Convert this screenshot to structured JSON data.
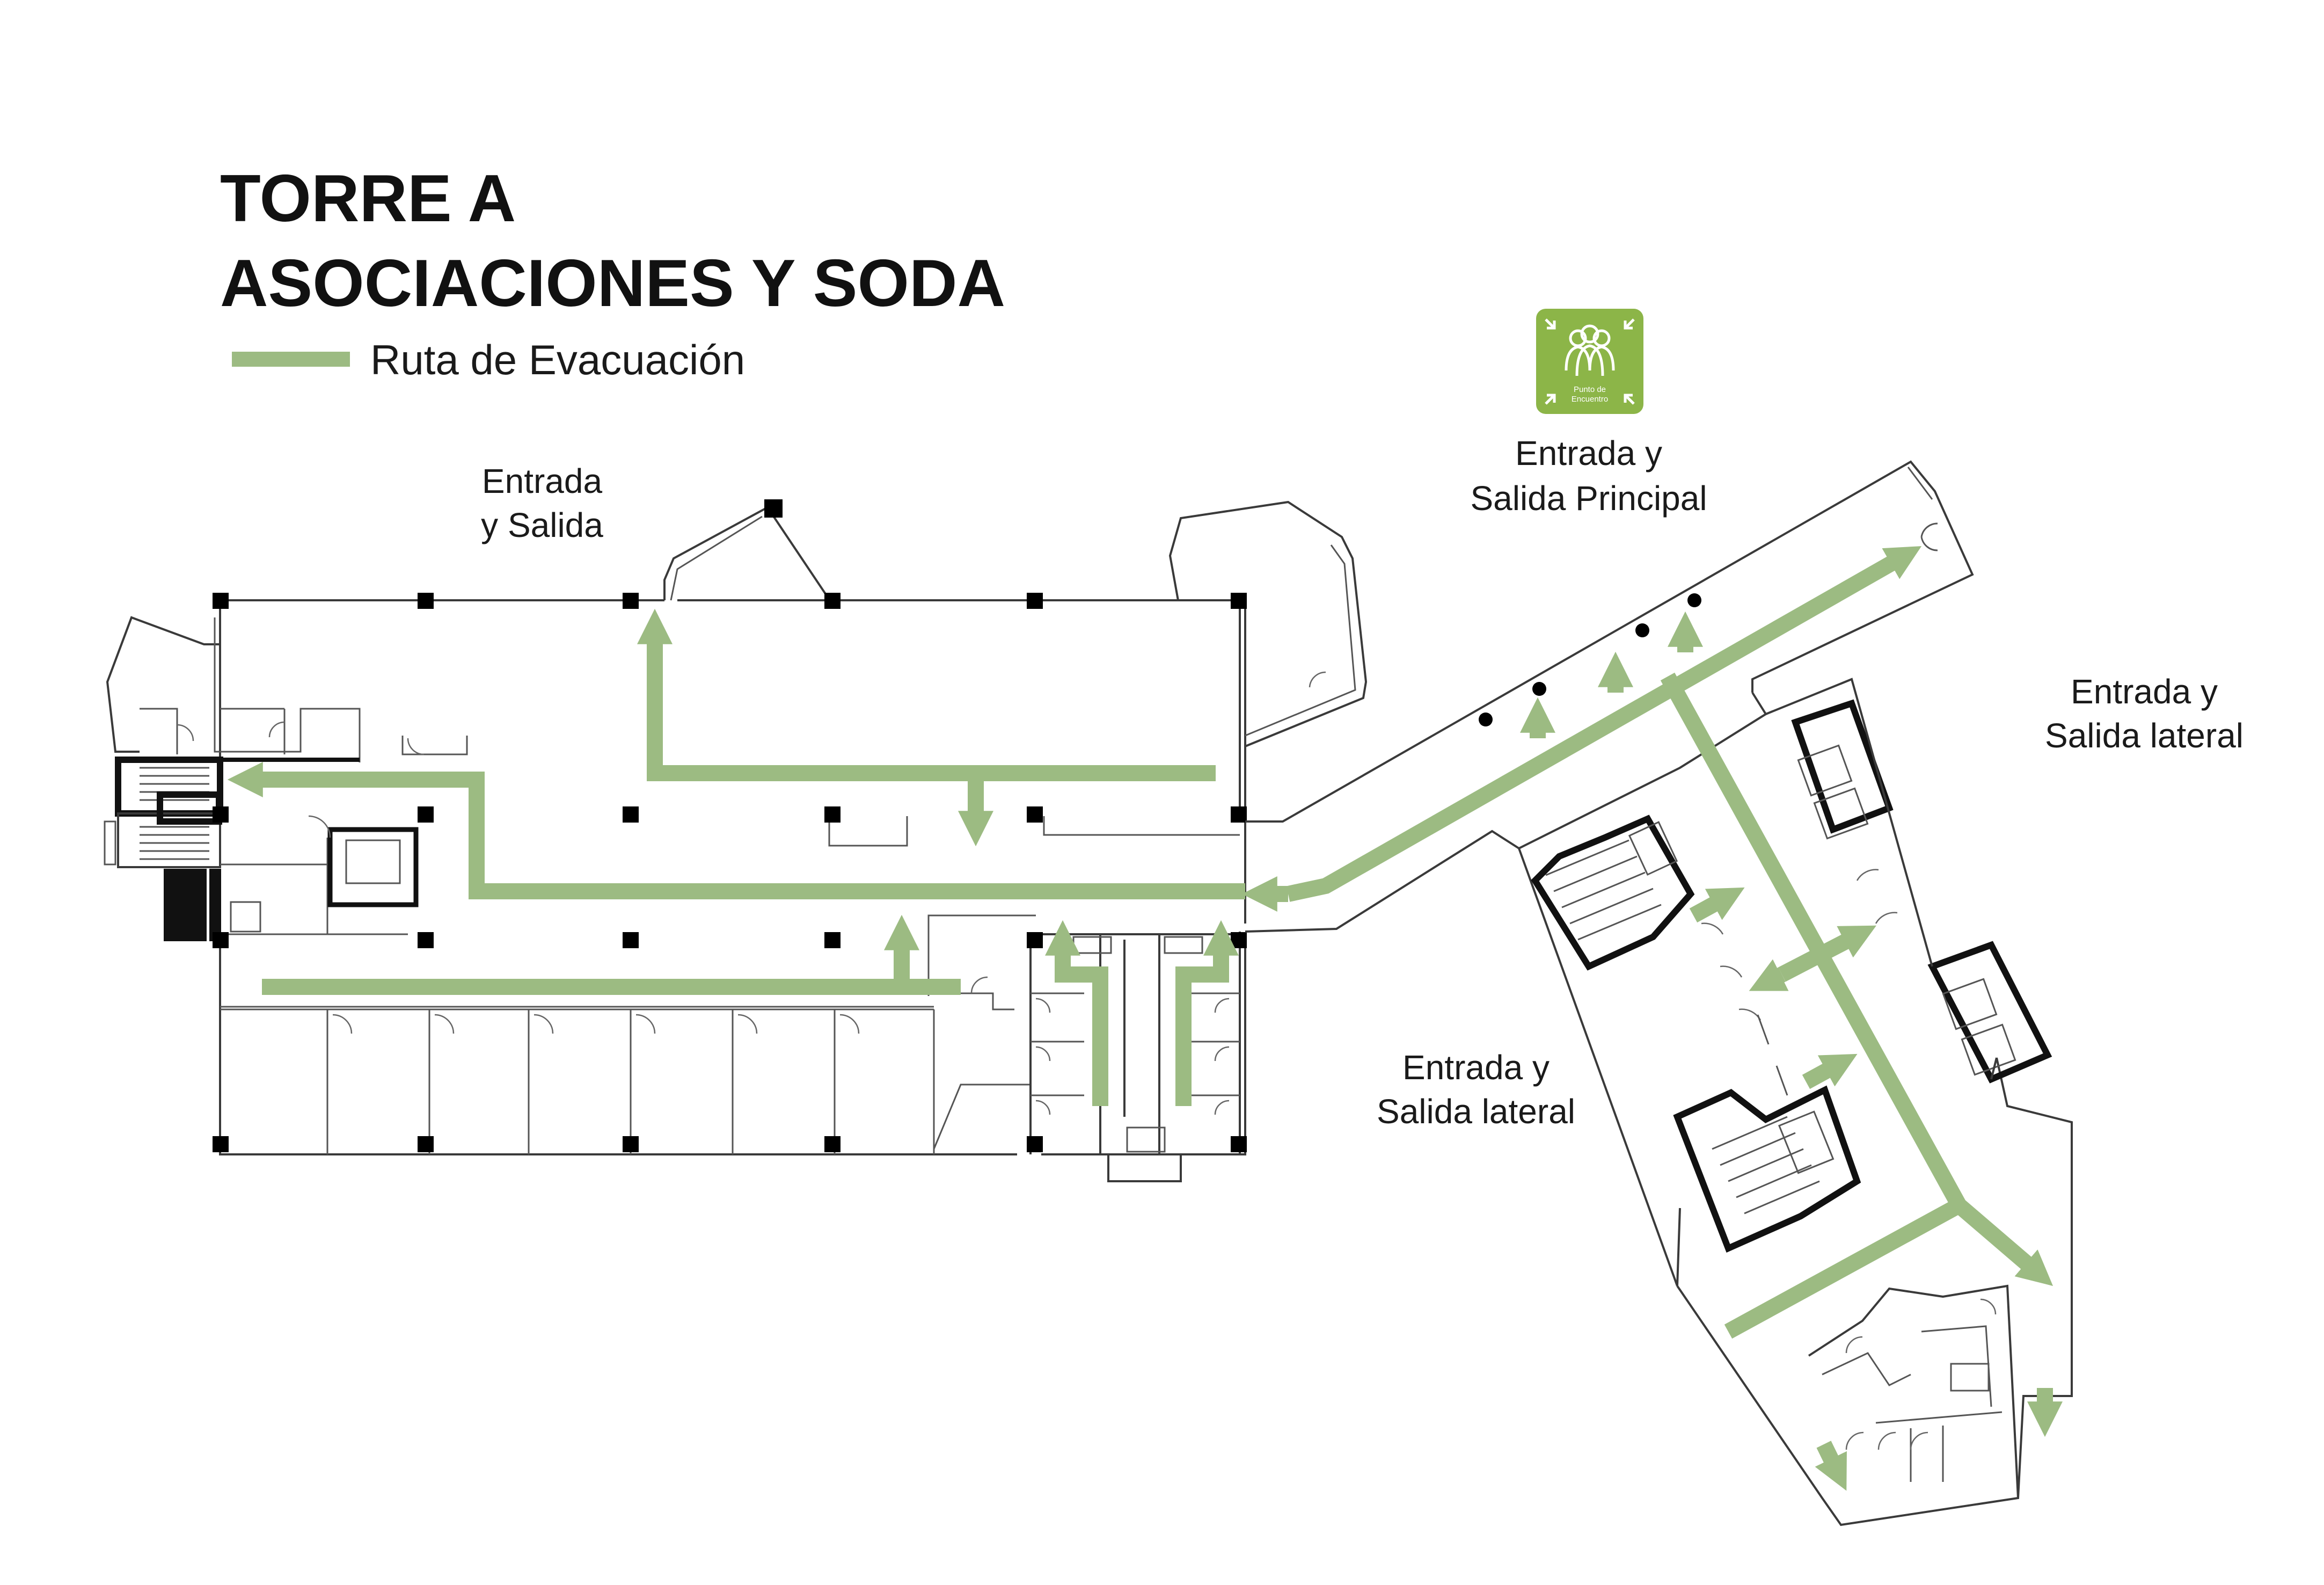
{
  "title": {
    "line1": "TORRE A",
    "line2": "ASOCIACIONES Y SODA"
  },
  "legend": {
    "route_label": "Ruta de Evacuación"
  },
  "meeting_point_sign": {
    "icon": "meeting-point-icon",
    "line1": "Punto de",
    "line2": "Encuentro"
  },
  "labels": {
    "entrance_left": {
      "line1": "Entrada",
      "line2": "y Salida"
    },
    "entrance_main": {
      "line1": "Entrada y",
      "line2": "Salida Principal"
    },
    "entrance_side_right": {
      "line1": "Entrada y",
      "line2": "Salida lateral"
    },
    "entrance_side_center": {
      "line1": "Entrada y",
      "line2": "Salida lateral"
    }
  },
  "colors": {
    "route": "#9cbb82",
    "sign_bg": "#8cb548",
    "walls": "#3a3a3a",
    "columns": "#000000"
  }
}
